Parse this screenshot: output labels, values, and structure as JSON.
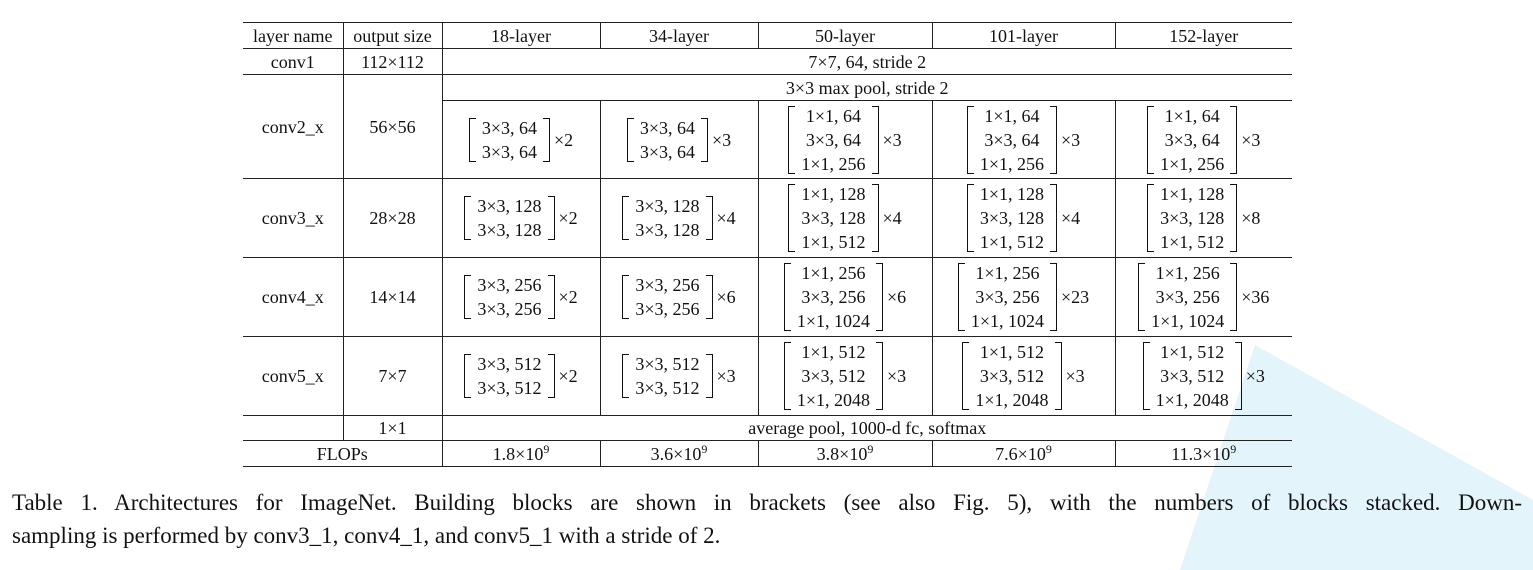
{
  "table": {
    "header": [
      "layer name",
      "output size",
      "18-layer",
      "34-layer",
      "50-layer",
      "101-layer",
      "152-layer"
    ],
    "conv1": {
      "name": "conv1",
      "size": "112×112",
      "spec": "7×7, 64, stride 2"
    },
    "pool": {
      "spec": "3×3 max pool, stride 2"
    },
    "stages": [
      {
        "name": "conv2_x",
        "size": "56×56",
        "blocks": [
          {
            "rows": [
              "3×3, 64",
              "3×3, 64"
            ],
            "mult": "×2"
          },
          {
            "rows": [
              "3×3, 64",
              "3×3, 64"
            ],
            "mult": "×3"
          },
          {
            "rows": [
              "1×1, 64",
              "3×3, 64",
              "1×1, 256"
            ],
            "mult": "×3"
          },
          {
            "rows": [
              "1×1, 64",
              "3×3, 64",
              "1×1, 256"
            ],
            "mult": "×3"
          },
          {
            "rows": [
              "1×1, 64",
              "3×3, 64",
              "1×1, 256"
            ],
            "mult": "×3"
          }
        ]
      },
      {
        "name": "conv3_x",
        "size": "28×28",
        "blocks": [
          {
            "rows": [
              "3×3, 128",
              "3×3, 128"
            ],
            "mult": "×2"
          },
          {
            "rows": [
              "3×3, 128",
              "3×3, 128"
            ],
            "mult": "×4"
          },
          {
            "rows": [
              "1×1, 128",
              "3×3, 128",
              "1×1, 512"
            ],
            "mult": "×4"
          },
          {
            "rows": [
              "1×1, 128",
              "3×3, 128",
              "1×1, 512"
            ],
            "mult": "×4"
          },
          {
            "rows": [
              "1×1, 128",
              "3×3, 128",
              "1×1, 512"
            ],
            "mult": "×8"
          }
        ]
      },
      {
        "name": "conv4_x",
        "size": "14×14",
        "blocks": [
          {
            "rows": [
              "3×3, 256",
              "3×3, 256"
            ],
            "mult": "×2"
          },
          {
            "rows": [
              "3×3, 256",
              "3×3, 256"
            ],
            "mult": "×6"
          },
          {
            "rows": [
              "1×1, 256",
              "3×3, 256",
              "1×1, 1024"
            ],
            "mult": "×6"
          },
          {
            "rows": [
              "1×1, 256",
              "3×3, 256",
              "1×1, 1024"
            ],
            "mult": "×23"
          },
          {
            "rows": [
              "1×1, 256",
              "3×3, 256",
              "1×1, 1024"
            ],
            "mult": "×36"
          }
        ]
      },
      {
        "name": "conv5_x",
        "size": "7×7",
        "blocks": [
          {
            "rows": [
              "3×3, 512",
              "3×3, 512"
            ],
            "mult": "×2"
          },
          {
            "rows": [
              "3×3, 512",
              "3×3, 512"
            ],
            "mult": "×3"
          },
          {
            "rows": [
              "1×1, 512",
              "3×3, 512",
              "1×1, 2048"
            ],
            "mult": "×3"
          },
          {
            "rows": [
              "1×1, 512",
              "3×3, 512",
              "1×1, 2048"
            ],
            "mult": "×3"
          },
          {
            "rows": [
              "1×1, 512",
              "3×3, 512",
              "1×1, 2048"
            ],
            "mult": "×3"
          }
        ]
      }
    ],
    "final": {
      "size": "1×1",
      "spec": "average pool, 1000-d fc, softmax"
    },
    "flops": {
      "label": "FLOPs",
      "values": [
        {
          "base": "1.8×10",
          "exp": "9"
        },
        {
          "base": "3.6×10",
          "exp": "9"
        },
        {
          "base": "3.8×10",
          "exp": "9"
        },
        {
          "base": "7.6×10",
          "exp": "9"
        },
        {
          "base": "11.3×10",
          "exp": "9"
        }
      ]
    }
  },
  "caption": {
    "line1": "Table 1. Architectures for ImageNet. Building blocks are shown in brackets (see also Fig. 5), with the numbers of blocks stacked. Down-",
    "line2": "sampling is performed by conv3_1, conv4_1, and conv5_1 with a stride of 2."
  },
  "colors": {
    "accent_shape": "#e3f4fb"
  }
}
